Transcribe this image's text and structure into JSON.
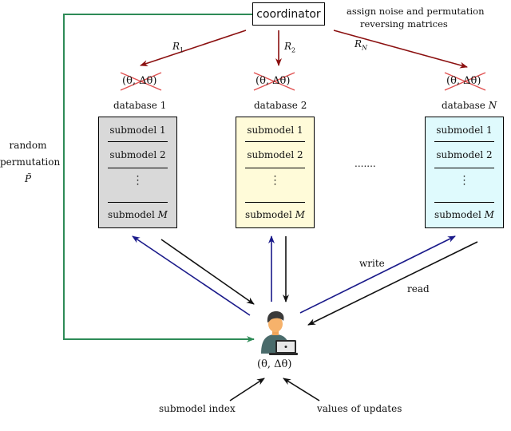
{
  "diagram": {
    "coordinator_label": "coordinator",
    "coordinator_note_line1": "assign noise and permutation",
    "coordinator_note_line2": "reversing matrices",
    "r_labels": [
      "R",
      "R",
      "R"
    ],
    "r_subs": [
      "1",
      "2",
      "N"
    ],
    "crossed_value": "(θ, Δθ)",
    "databases": [
      {
        "name": "database 1",
        "fill": "#d9d9d9"
      },
      {
        "name": "database 2",
        "fill": "#fffbd9"
      },
      {
        "name": "database N",
        "fill": "#dffafd"
      }
    ],
    "db_prefix": "database",
    "db_index": [
      "1",
      "2",
      "N"
    ],
    "submodel_word": "submodel",
    "submodel_ids": [
      "1",
      "2",
      "M"
    ],
    "vdots": "⋮",
    "hdots": ".......",
    "side_label_line1": "random",
    "side_label_line2": "permutation",
    "side_label_line3": "P̃",
    "write_label": "write",
    "read_label": "read",
    "user_value": "(θ, Δθ)",
    "input_left": "submodel index",
    "input_right": "values of updates",
    "colors": {
      "green": "#2e8b57",
      "darkred": "#8b1010",
      "navy": "#1a1a8a",
      "cross": "#e05050"
    }
  }
}
